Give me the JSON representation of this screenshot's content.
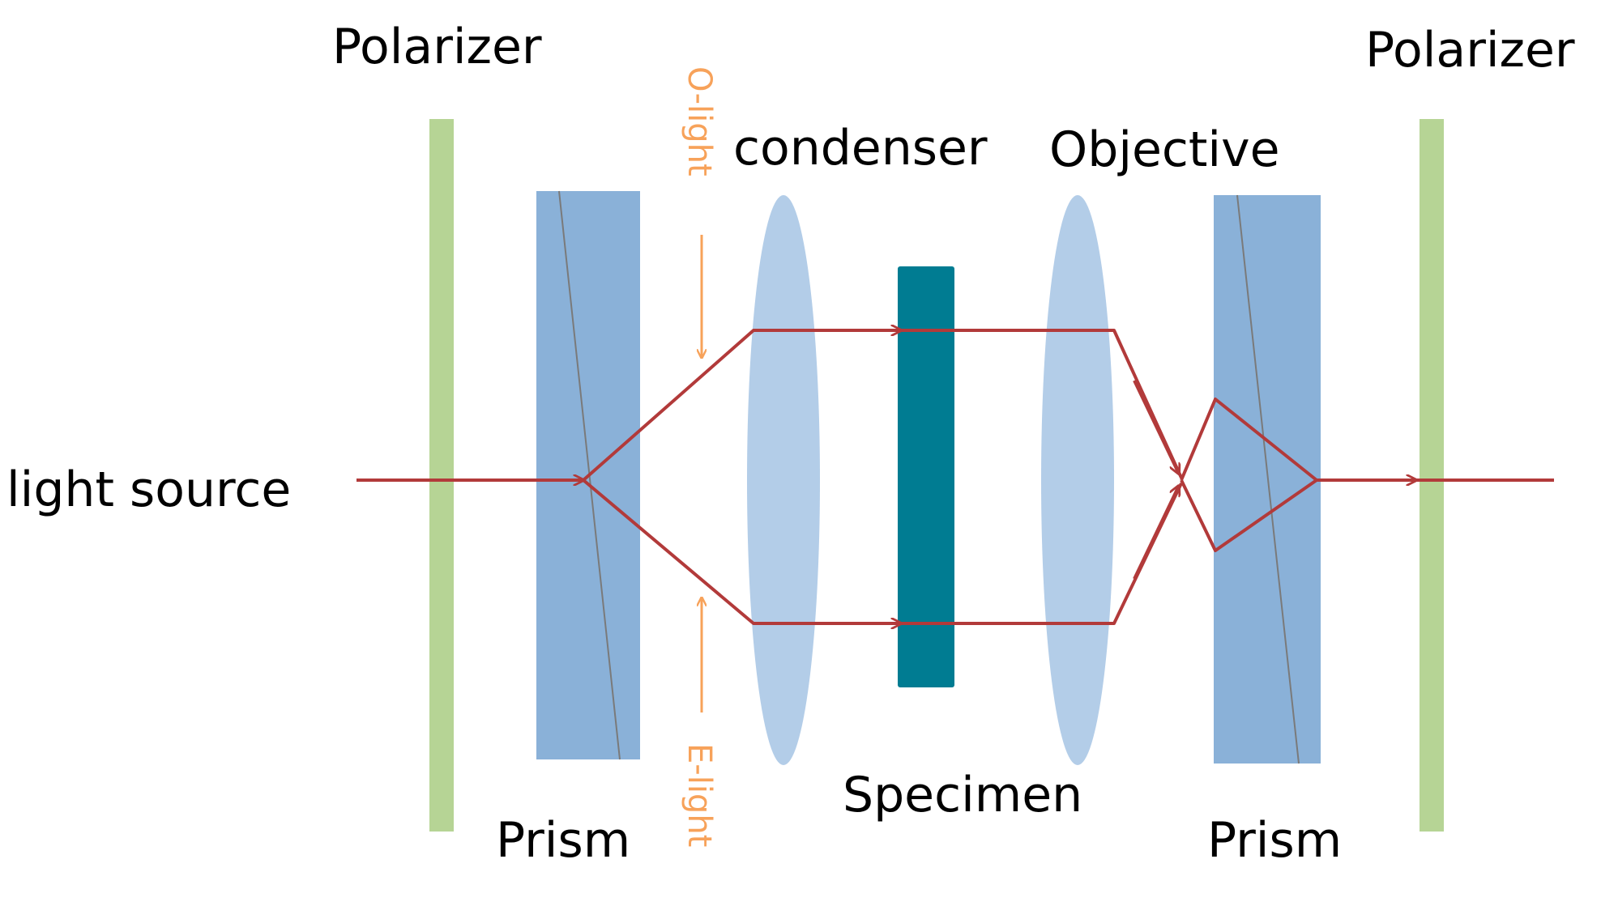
{
  "labels": {
    "polarizer_left": "Polarizer",
    "polarizer_right": "Polarizer",
    "light_source": "light source",
    "prism_left": "Prism",
    "prism_right": "Prism",
    "condenser": "condenser",
    "objective": "Objective",
    "specimen": "Specimen",
    "o_light": "O-light",
    "e_light": "E-light"
  },
  "colors": {
    "polarizer": "#b6d495",
    "prism": "#8ab1d8",
    "prism_line": "#7a7a7a",
    "lens": "#b3cde8",
    "specimen": "#007c92",
    "ray": "#b23a3a",
    "annotation": "#f7a25a"
  }
}
